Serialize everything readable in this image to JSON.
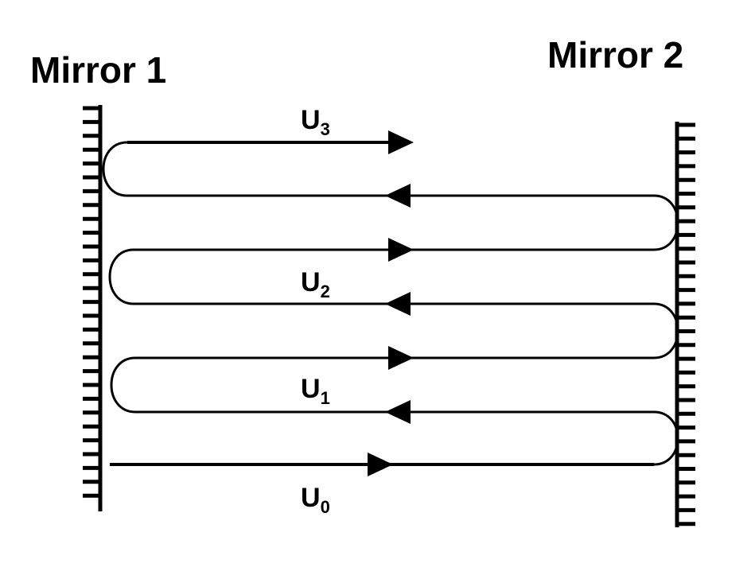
{
  "mirrors": [
    {
      "label": "Mirror 1"
    },
    {
      "label": "Mirror 2"
    }
  ],
  "beams": [
    {
      "label": "U",
      "subscript": "3"
    },
    {
      "label": "U",
      "subscript": "2"
    },
    {
      "label": "U",
      "subscript": "1"
    },
    {
      "label": "U",
      "subscript": "0"
    }
  ],
  "colors": {
    "ink": "#000000",
    "background": "#ffffff"
  }
}
